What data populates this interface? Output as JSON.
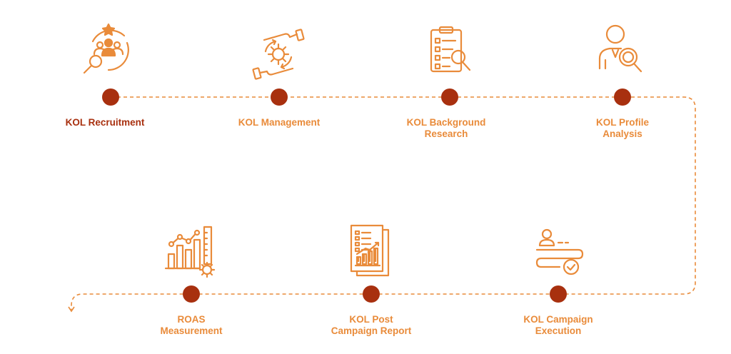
{
  "colors": {
    "accent": "#E98B3A",
    "dot": "#A8300F",
    "active_label": "#A8300F",
    "label": "#E98B3A"
  },
  "steps": [
    {
      "label": "KOL Recruitment",
      "icon": "recruitment-search-people-icon",
      "active": true
    },
    {
      "label": "KOL Management",
      "icon": "hands-gear-cycle-icon",
      "active": false
    },
    {
      "label": "KOL Background\nResearch",
      "icon": "checklist-magnifier-icon",
      "active": false
    },
    {
      "label": "KOL Profile\nAnalysis",
      "icon": "person-magnifier-icon",
      "active": false
    },
    {
      "label": "KOL Campaign\nExecution",
      "icon": "user-progress-check-icon",
      "active": false
    },
    {
      "label": "KOL Post\nCampaign Report",
      "icon": "report-document-chart-icon",
      "active": false
    },
    {
      "label": "ROAS\nMeasurement",
      "icon": "bar-chart-gear-icon",
      "active": false
    }
  ]
}
